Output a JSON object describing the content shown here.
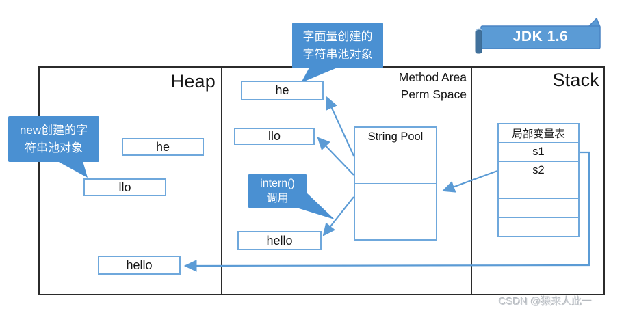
{
  "banner": {
    "label": "JDK 1.6"
  },
  "regions": {
    "heap": "Heap",
    "method_area_line1": "Method Area",
    "method_area_line2": "Perm Space",
    "stack": "Stack"
  },
  "callouts": {
    "new_callout": {
      "line1": "new创建的字",
      "line2": "符串池对象"
    },
    "literal_callout": {
      "line1": "字面量创建的",
      "line2": "字符串池对象"
    },
    "intern_callout": {
      "line1": "intern()",
      "line2": "调用"
    }
  },
  "heap_boxes": {
    "he": "he",
    "llo": "llo",
    "hello": "hello"
  },
  "method_boxes": {
    "he": "he",
    "llo": "llo",
    "hello": "hello"
  },
  "string_pool": {
    "header": "String Pool",
    "rows": [
      "",
      "",
      "",
      "",
      ""
    ]
  },
  "local_var_table": {
    "header": "局部变量表",
    "rows": [
      "s1",
      "s2",
      "",
      "",
      ""
    ]
  },
  "watermark": "CSDN @猿来人此一",
  "colors": {
    "callout_fill": "#4a90d2",
    "box_border": "#6fa8dc",
    "arrow": "#5b9bd5",
    "structure_line": "#2b2b2b",
    "banner_fill": "#5b9bd5",
    "banner_roll": "#41719c"
  }
}
